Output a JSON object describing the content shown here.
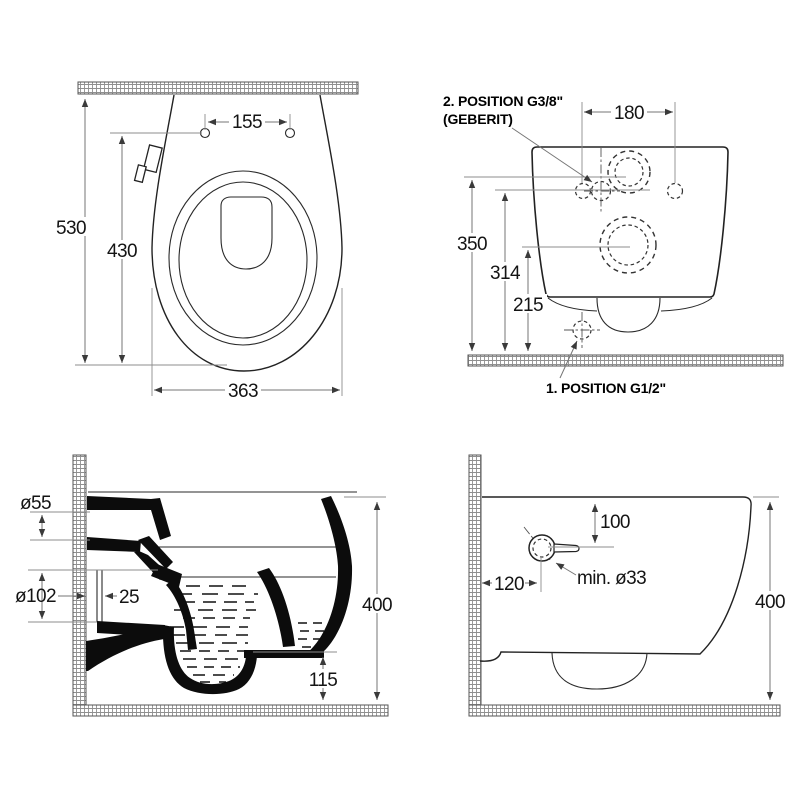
{
  "drawing": {
    "top_view": {
      "d155": "155",
      "d530": "530",
      "d430": "430",
      "d363": "363"
    },
    "back_view": {
      "pos2_line1": "2. POSITION G3/8\"",
      "pos2_line2": "(GEBERIT)",
      "pos1": "1. POSITION G1/2\"",
      "d180": "180",
      "d350": "350",
      "d314": "314",
      "d215": "215"
    },
    "section_view": {
      "d55": "ø55",
      "d102": "ø102",
      "d25": "25",
      "d115": "115",
      "d400": "400"
    },
    "side_view": {
      "d100": "100",
      "d120": "120",
      "d33": "min. ø33",
      "d400": "400"
    },
    "colors": {
      "line": "#222222",
      "dimension_line": "#767676",
      "fill_section": "#0c0c0c",
      "background": "#ffffff"
    }
  }
}
